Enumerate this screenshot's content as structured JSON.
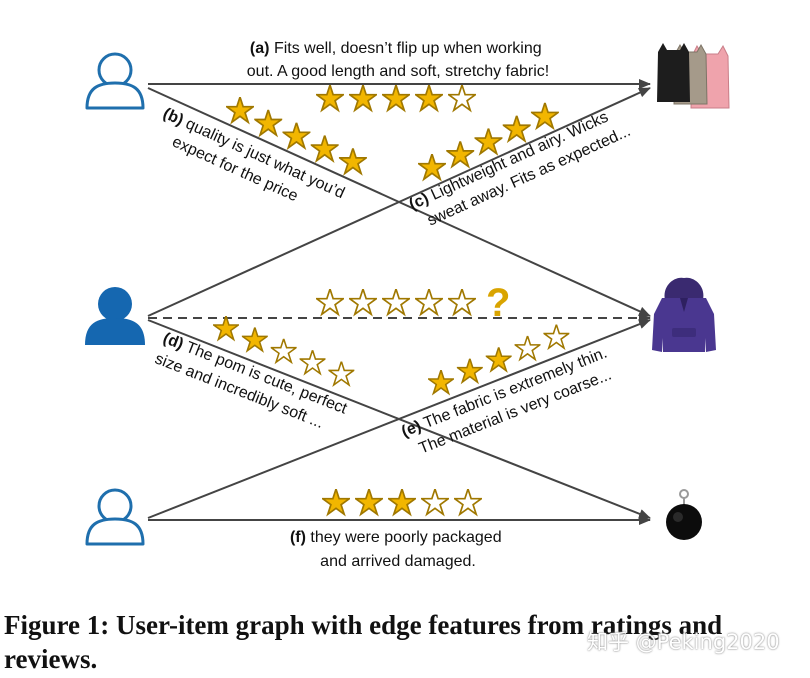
{
  "reviews": {
    "a": {
      "label": "(a)",
      "line1": "Fits well, doesn’t flip up when working",
      "line2": "out. A good length and soft, stretchy fabric!",
      "rating": 4
    },
    "b": {
      "label": "(b)",
      "line1": "quality is just what you’d",
      "line2": "expect for the price",
      "rating": 5
    },
    "c": {
      "label": "(c)",
      "line1": "Lightweight and airy. Wicks",
      "line2": "sweat away. Fits as expected...",
      "rating": 5
    },
    "d": {
      "label": "(d)",
      "line1": "The pom is cute, perfect",
      "line2": "size and incredibly soft ...",
      "rating": 2
    },
    "e": {
      "label": "(e)",
      "line1": "The fabric is extremely thin.",
      "line2": "The material is very coarse...",
      "rating": 3
    },
    "f": {
      "label": "(f)",
      "line1": "they were poorly packaged",
      "line2": "and arrived damaged.",
      "rating": 3
    }
  },
  "unknown_rating": {
    "rating": 0,
    "symbol": "?"
  },
  "caption": "Figure 1: User-item graph with edge features from ratings and reviews.",
  "watermark": "知乎 @Peking2020",
  "colors": {
    "user_outline": "#1f6fad",
    "user_filled": "#1567b0",
    "star_fill": "#f2b600",
    "star_stroke": "#a07800",
    "edge": "#444444",
    "question_mark": "#d9a400"
  },
  "icons": {
    "users": [
      "user-outline-icon",
      "user-filled-icon",
      "user-outline-icon"
    ],
    "items": [
      "tank-tops-icon",
      "hoodie-icon",
      "pom-keychain-icon"
    ]
  }
}
